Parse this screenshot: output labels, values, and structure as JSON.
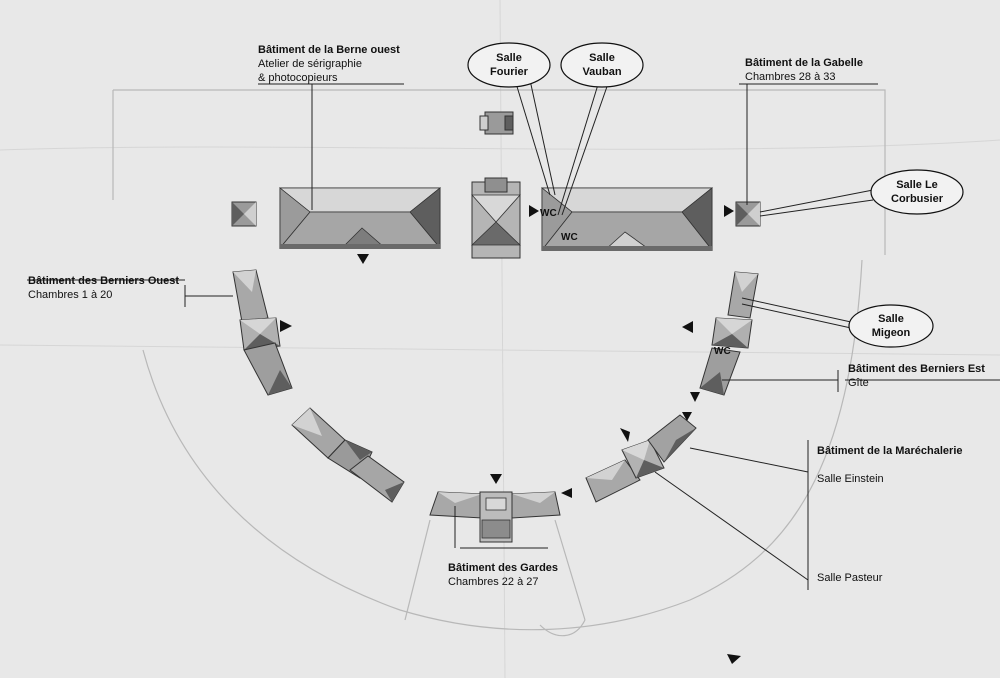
{
  "labels": {
    "berne_ouest": {
      "title": "Bâtiment de la Berne ouest",
      "line1": "Atelier de sérigraphie",
      "line2": "& photocopieurs"
    },
    "gabelle": {
      "title": "Bâtiment de la Gabelle",
      "sub": "Chambres 28 à 33"
    },
    "berniers_ouest": {
      "title": "Bâtiment des Berniers Ouest",
      "sub": "Chambres 1 à 20"
    },
    "berniers_est": {
      "title": "Bâtiment des Berniers Est",
      "sub": "Gîte"
    },
    "marechalerie": {
      "title": "Bâtiment de la Maréchalerie",
      "einstein": "Salle Einstein",
      "pasteur": "Salle Pasteur"
    },
    "gardes": {
      "title": "Bâtiment des Gardes",
      "sub": "Chambres 22 à 27"
    }
  },
  "bubbles": {
    "fourier": {
      "line1": "Salle",
      "line2": "Fourier"
    },
    "vauban": {
      "line1": "Salle",
      "line2": "Vauban"
    },
    "corbusier": {
      "line1": "Salle Le",
      "line2": "Corbusier"
    },
    "migeon": {
      "line1": "Salle",
      "line2": "Migeon"
    }
  },
  "markers": {
    "wc": "WC"
  },
  "colors": {
    "background": "#e8e8e8",
    "roof_light": "#c9c9c9",
    "roof_dark": "#5c5c5c",
    "roof_mid": "#9a9a9a",
    "line": "#222222"
  }
}
